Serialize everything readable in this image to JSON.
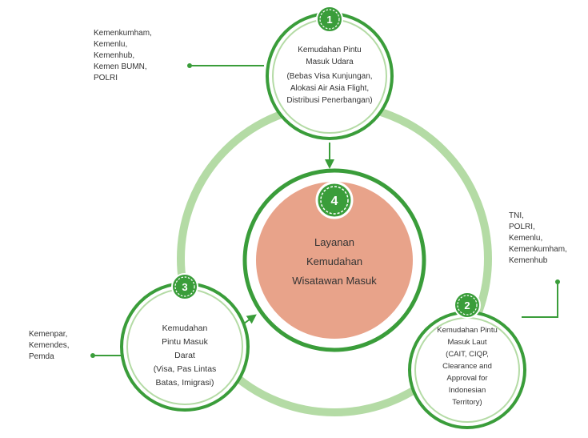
{
  "colors": {
    "ring_light": "#b4dba5",
    "ring_dark": "#3a9d3a",
    "badge_bg": "#3a9d3a",
    "badge_text": "#ffffff",
    "center_fill": "#e8a38a",
    "node_fill": "#ffffff",
    "text": "#333333",
    "connector": "#3a9d3a"
  },
  "center": {
    "badge": "4",
    "lines": [
      "Layanan",
      "Kemudahan",
      "Wisatawan Masuk"
    ]
  },
  "nodes": [
    {
      "badge": "1",
      "lines": [
        "Kemudahan Pintu",
        "Masuk Udara",
        "(Bebas Visa Kunjungan,",
        "Alokasi Air Asia Flight,",
        "Distribusi Penerbangan)"
      ]
    },
    {
      "badge": "2",
      "lines": [
        "Kemudahan Pintu",
        "Masuk Laut",
        "(CAIT, CIQP,",
        "Clearance and",
        "Approval for",
        "Indonesian",
        "Territory)"
      ]
    },
    {
      "badge": "3",
      "lines": [
        "Kemudahan",
        "Pintu Masuk",
        "Darat",
        "(Visa, Pas Lintas",
        "Batas, Imigrasi)"
      ]
    }
  ],
  "stakeholders": {
    "top": [
      "Kemenkumham,",
      "Kemenlu,",
      "Kemenhub,",
      "Kemen BUMN,",
      "POLRI"
    ],
    "right": [
      "TNI,",
      "POLRI,",
      "Kemenlu,",
      "Kemenkumham,",
      "Kemenhub"
    ],
    "left": [
      "Kemenpar,",
      "Kemendes,",
      "Pemda"
    ]
  }
}
